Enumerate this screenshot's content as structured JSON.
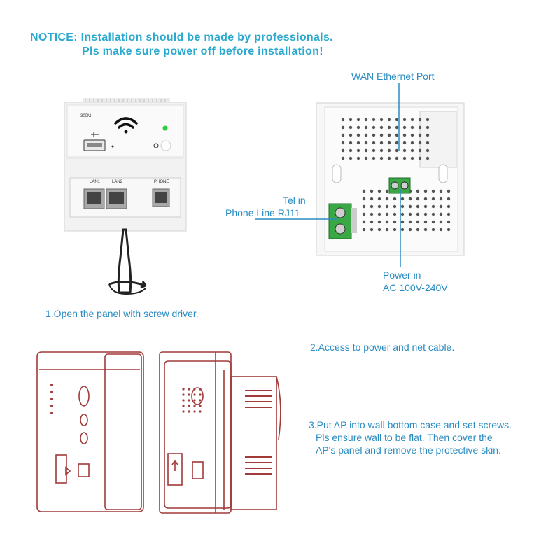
{
  "notice": {
    "line1": "NOTICE: Installation should be made by professionals.",
    "line2": "Pls make sure power off before installation!"
  },
  "front_panel": {
    "model": "300M",
    "port_labels": [
      "LAN1",
      "LAN2",
      "PHONE"
    ]
  },
  "back_panel": {
    "wan_label": "WAN Ethernet Port",
    "tel_label_1": "Tel in",
    "tel_label_2": "Phone Line RJ11",
    "power_label_1": "Power in",
    "power_label_2": "AC 100V-240V"
  },
  "steps": {
    "step1": "1.Open the panel with screw driver.",
    "step2": "2.Access to power and net cable.",
    "step3_line1": "3.Put AP into wall bottom case and set screws.",
    "step3_line2": "Pls ensure wall to be flat. Then cover the",
    "step3_line3": "AP's panel and remove the protective skin."
  },
  "colors": {
    "notice": "#29a9cf",
    "label": "#2a8cc2",
    "terminal_green": "#3aa845",
    "led_green": "#2ecc40"
  }
}
